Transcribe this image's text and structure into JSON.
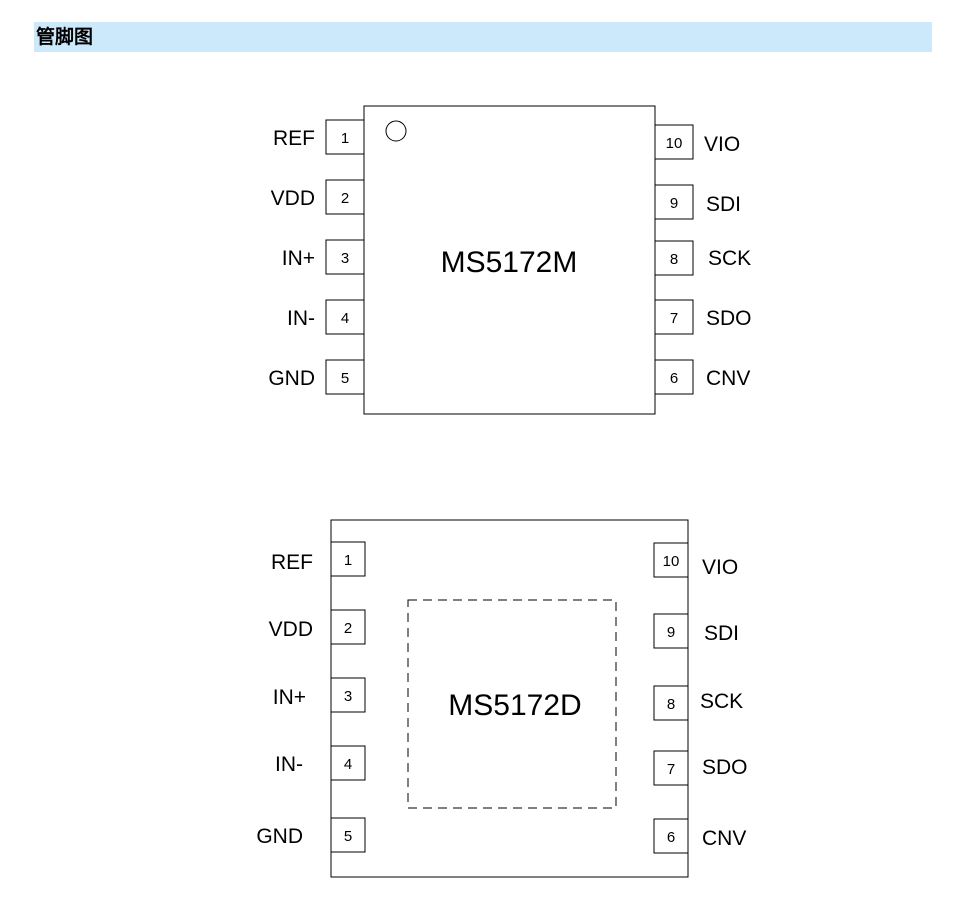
{
  "header": {
    "title": "管脚图"
  },
  "packages": [
    {
      "part": "MS5172M",
      "left_pins": [
        {
          "num": "1",
          "name": "REF"
        },
        {
          "num": "2",
          "name": "VDD"
        },
        {
          "num": "3",
          "name": "IN+"
        },
        {
          "num": "4",
          "name": "IN-"
        },
        {
          "num": "5",
          "name": "GND"
        }
      ],
      "right_pins": [
        {
          "num": "10",
          "name": "VIO"
        },
        {
          "num": "9",
          "name": "SDI"
        },
        {
          "num": "8",
          "name": "SCK"
        },
        {
          "num": "7",
          "name": "SDO"
        },
        {
          "num": "6",
          "name": "CNV"
        }
      ]
    },
    {
      "part": "MS5172D",
      "left_pins": [
        {
          "num": "1",
          "name": "REF"
        },
        {
          "num": "2",
          "name": "VDD"
        },
        {
          "num": "3",
          "name": "IN+"
        },
        {
          "num": "4",
          "name": "IN-"
        },
        {
          "num": "5",
          "name": "GND"
        }
      ],
      "right_pins": [
        {
          "num": "10",
          "name": "VIO"
        },
        {
          "num": "9",
          "name": "SDI"
        },
        {
          "num": "8",
          "name": "SCK"
        },
        {
          "num": "7",
          "name": "SDO"
        },
        {
          "num": "6",
          "name": "CNV"
        }
      ]
    }
  ]
}
